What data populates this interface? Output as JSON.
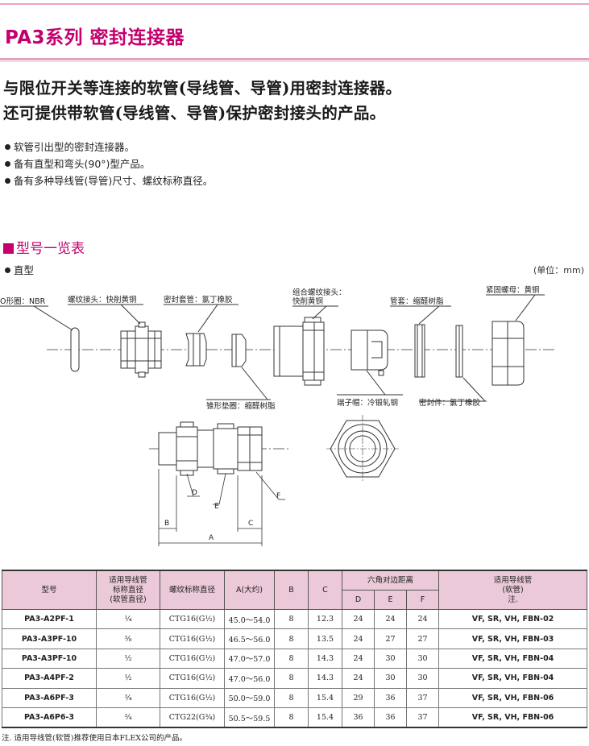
{
  "header": {
    "title": "PA3系列  密封连接器"
  },
  "lead": [
    "与限位开关等连接的软管(导线管、导管)用密封连接器。",
    "还可提供带软管(导线管、导管)保护密封接头的产品。"
  ],
  "bullets": [
    "软管引出型的密封连接器。",
    "备有直型和弯头(90°)型产品。",
    "备有多种导线管(导管)尺寸、螺纹标称直径。"
  ],
  "section": {
    "title": "型号一览表",
    "subtype": "直型",
    "unit": "(单位：mm)"
  },
  "parts": {
    "oring": "O形圈：NBR",
    "thread_joint": "螺纹接头：快削黄铜",
    "seal_sleeve": "密封套管：氯丁橡胶",
    "combo_joint_1": "组合螺纹接头：",
    "combo_joint_2": "快削黄铜",
    "tube_sleeve": "管套：缩醛树脂",
    "lock_nut": "紧固螺母：黄铜",
    "cone_washer": "锥形垫圈：缩醛树脂",
    "end_cap": "端子帽：冷锻轧钢",
    "seal_part": "密封件：氯丁橡胶"
  },
  "dims": {
    "A": "A",
    "B": "B",
    "C": "C",
    "D": "D",
    "E": "E",
    "F": "F"
  },
  "table": {
    "headers": {
      "model": "型号",
      "conduit_1": "适用导线管",
      "conduit_2": "标称直径",
      "conduit_3": "(软管直径)",
      "thread": "螺纹标称直径",
      "a": "A(大约)",
      "b": "B",
      "c": "C",
      "hex": "六角对边距离",
      "d": "D",
      "e": "E",
      "f": "F",
      "note_1": "适用导线管",
      "note_2": "(软管)",
      "note_3": "注."
    },
    "rows": [
      {
        "model": "PA3-A2PF-1",
        "dia": "¼",
        "thread": "CTG16(G½)",
        "a": "45.0～54.0",
        "b": "8",
        "c": "12.3",
        "d": "24",
        "e": "24",
        "f": "24",
        "note": "VF, SR, VH, FBN-02"
      },
      {
        "model": "PA3-A3PF-10",
        "dia": "⅜",
        "thread": "CTG16(G½)",
        "a": "46.5～56.0",
        "b": "8",
        "c": "13.5",
        "d": "24",
        "e": "27",
        "f": "27",
        "note": "VF, SR, VH, FBN-03"
      },
      {
        "model": "PA3-A3PF-10",
        "dia": "½",
        "thread": "CTG16(G½)",
        "a": "47.0～57.0",
        "b": "8",
        "c": "14.3",
        "d": "24",
        "e": "30",
        "f": "30",
        "note": "VF, SR, VH, FBN-04"
      },
      {
        "model": "PA3-A4PF-2",
        "dia": "½",
        "thread": "CTG16(G½)",
        "a": "47.0～56.0",
        "b": "8",
        "c": "14.3",
        "d": "24",
        "e": "30",
        "f": "30",
        "note": "VF, SR, VH, FBN-04"
      },
      {
        "model": "PA3-A6PF-3",
        "dia": "¾",
        "thread": "CTG16(G½)",
        "a": "50.0～59.0",
        "b": "8",
        "c": "15.4",
        "d": "29",
        "e": "36",
        "f": "37",
        "note": "VF, SR, VH, FBN-06"
      },
      {
        "model": "PA3-A6P6-3",
        "dia": "¾",
        "thread": "CTG22(G¾)",
        "a": "50.5～59.5",
        "b": "8",
        "c": "15.4",
        "d": "36",
        "e": "36",
        "f": "37",
        "note": "VF, SR, VH, FBN-06"
      }
    ]
  },
  "footnote": "注. 适用导线管(软管)推荐使用日本FLEX公司的产品。",
  "colors": {
    "accent": "#c4006e",
    "header_fill": "#ebc9d9",
    "rule": "#e4a0bf"
  }
}
